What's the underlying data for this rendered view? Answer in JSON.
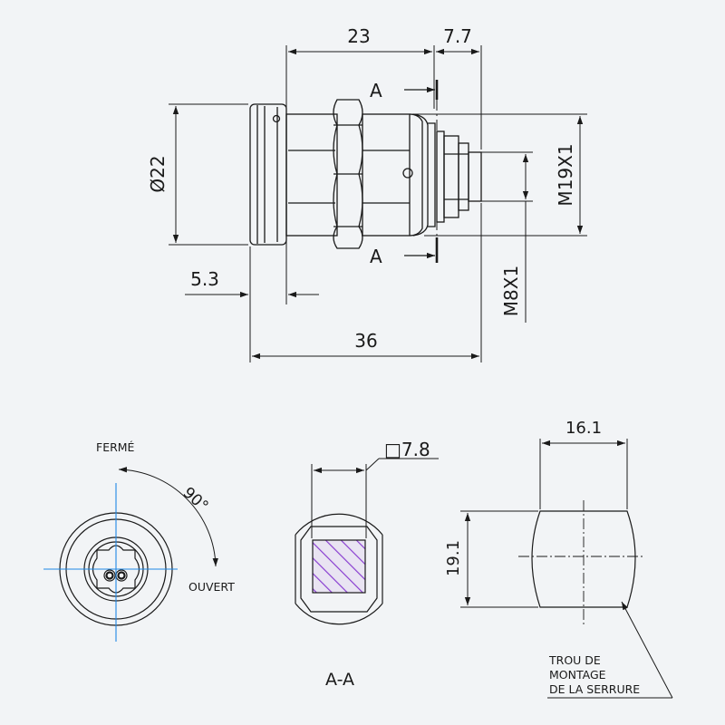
{
  "dimensions": {
    "length_23": "23",
    "length_7_7": "7.7",
    "diameter_22": "Ø22",
    "thread_m19": "M19X1",
    "length_5_3": "5.3",
    "length_36": "36",
    "thread_m8": "M8X1",
    "square_7_8": "□7.8",
    "width_16_1": "16.1",
    "height_19_1": "19.1"
  },
  "labels": {
    "section_a_top": "A",
    "section_a_bottom": "A",
    "ferme": "FERMÉ",
    "ouvert": "OUVERT",
    "angle": "90°",
    "section_title": "A-A",
    "mounting_hole_1": "TROU DE",
    "mounting_hole_2": "MONTAGE",
    "mounting_hole_3": "DE LA SERRURE"
  },
  "colors": {
    "line": "#1a1a1a",
    "centerline": "#1e88e5",
    "hatch": "#8a3fd1",
    "background": "#f2f4f6"
  }
}
